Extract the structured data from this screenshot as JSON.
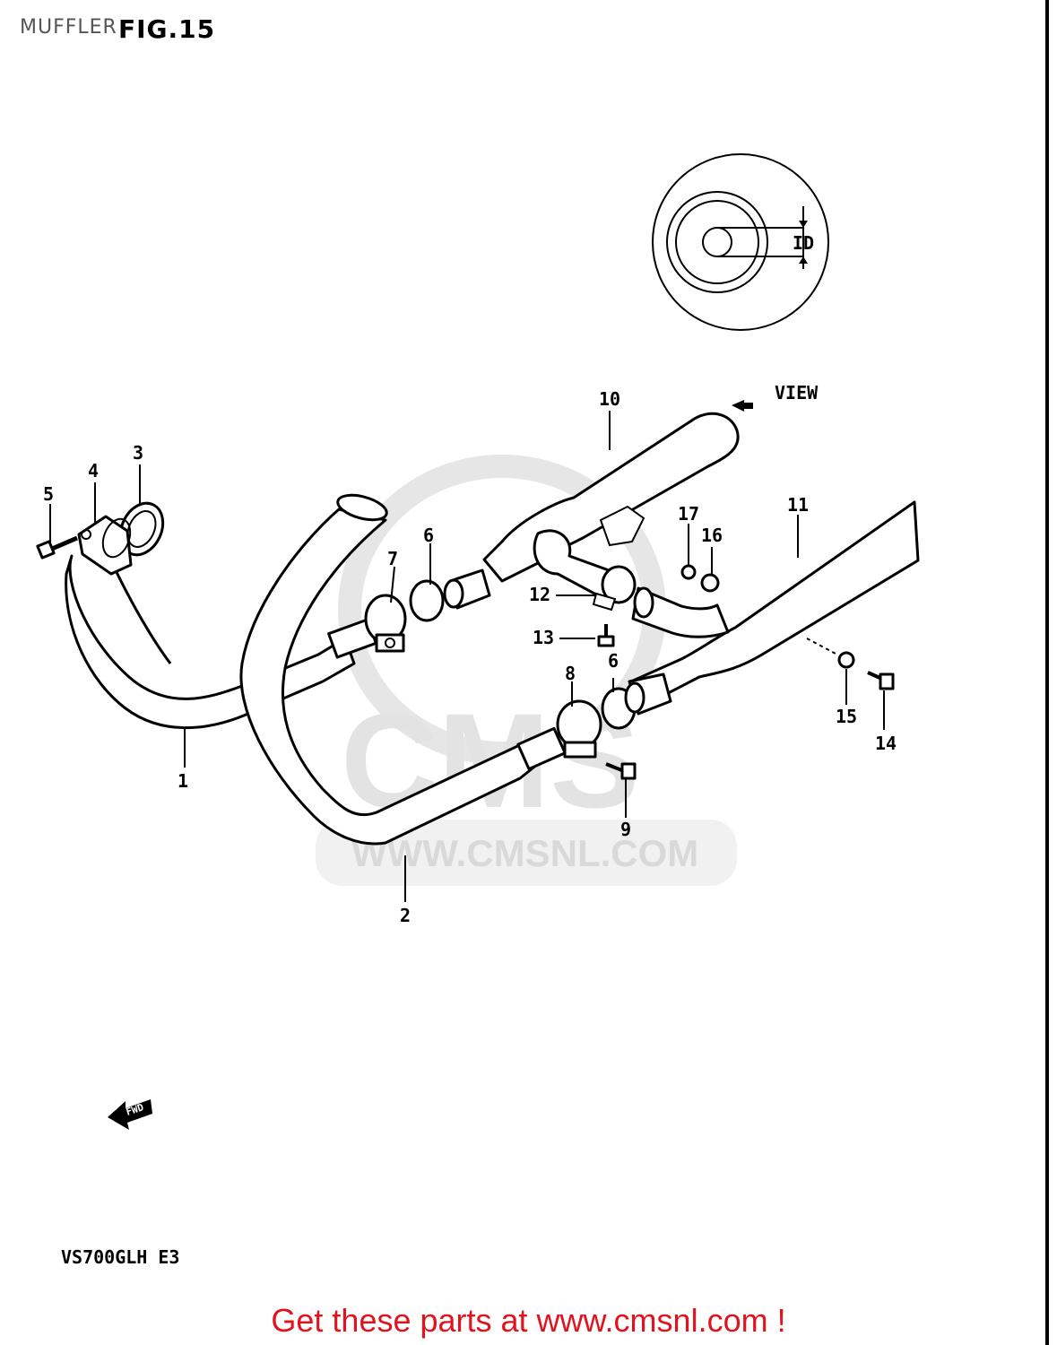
{
  "header": {
    "page_label": "MUFFLER",
    "figure_title": "FIG.15"
  },
  "watermark": {
    "brand": "CMS",
    "url": "WWW.CMSNL.COM"
  },
  "view_label": "VIEW",
  "detail_label": "ID",
  "fwd_label": "FWD",
  "model_code": "VS700GLH E3",
  "promo": "Get these parts at www.cmsnl.com !",
  "callouts": [
    "1",
    "2",
    "3",
    "4",
    "5",
    "6",
    "7",
    "6",
    "8",
    "9",
    "10",
    "11",
    "12",
    "13",
    "14",
    "15",
    "16",
    "17"
  ]
}
